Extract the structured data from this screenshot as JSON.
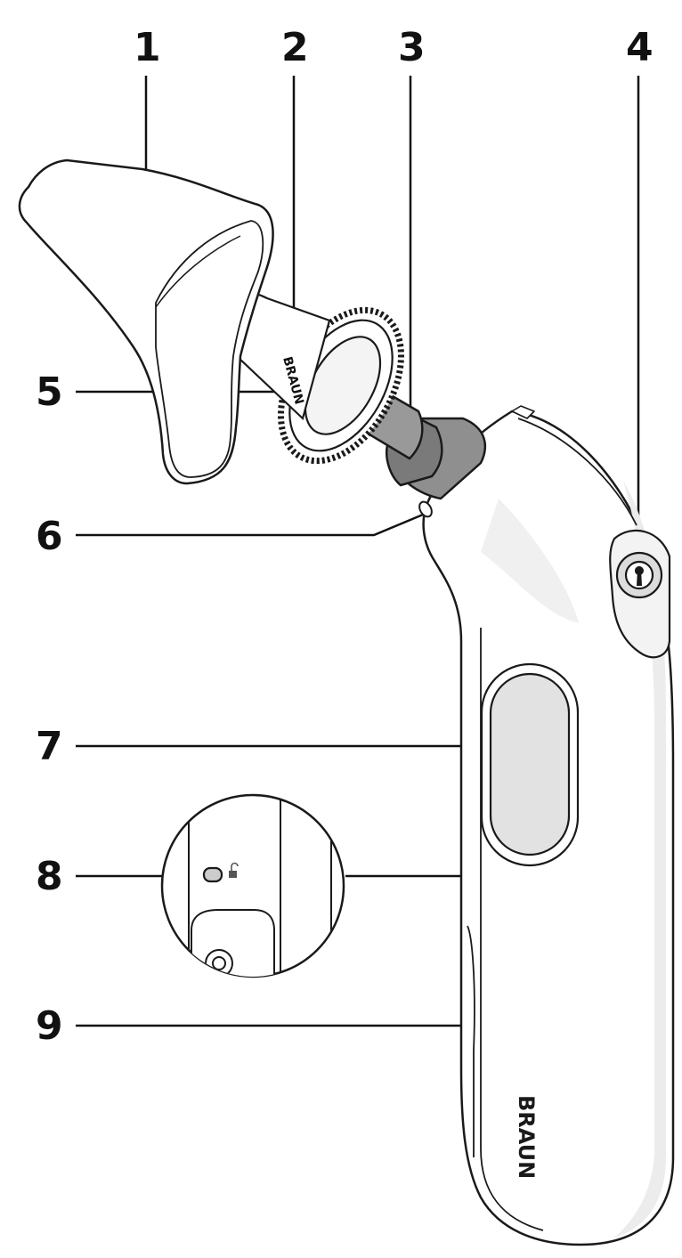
{
  "callouts": {
    "c1": "1",
    "c2": "2",
    "c3": "3",
    "c4": "4",
    "c5": "5",
    "c6": "6",
    "c7": "7",
    "c8": "8",
    "c9": "9"
  },
  "branding": {
    "handle_logo": "BRAUN",
    "filter_logo": "BRAUN"
  },
  "colors": {
    "outline": "#1a1a1a",
    "body": "#ffffff",
    "shade": "#e9e9e9",
    "probe": "#8f8f8f",
    "probe_dark": "#5f5f5f",
    "button": "#e2e2e2"
  }
}
